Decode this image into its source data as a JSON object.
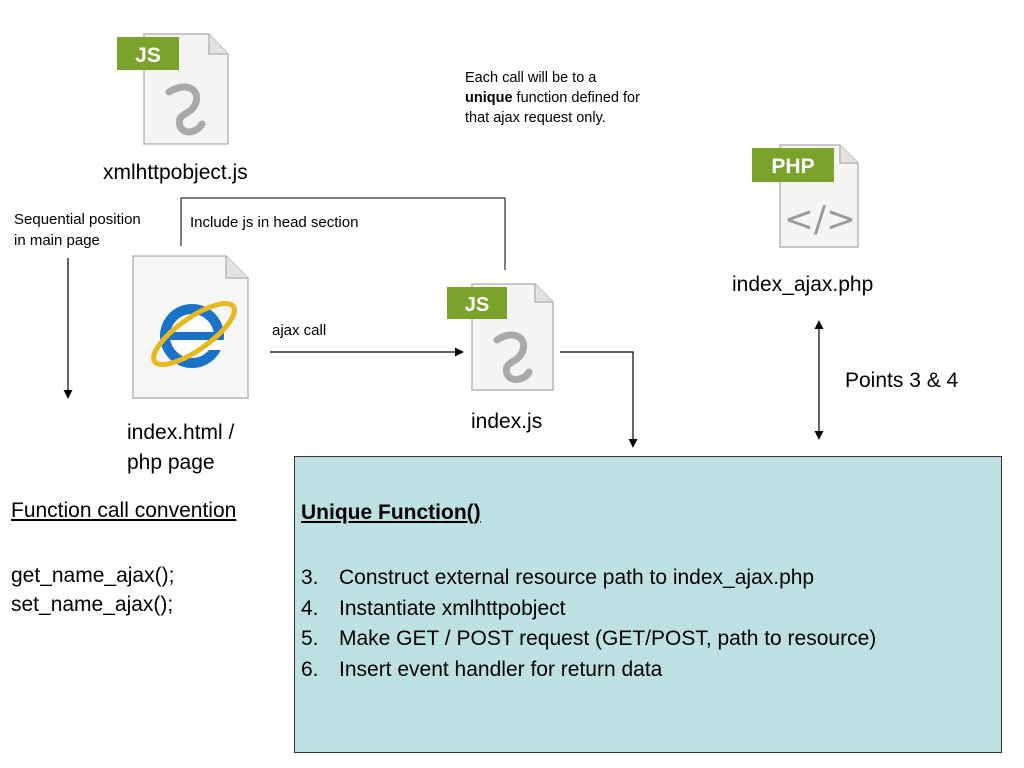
{
  "icons": {
    "xml_js_badge": "JS",
    "index_js_badge": "JS",
    "php_badge": "PHP",
    "php_code_glyph": "</>",
    "colors": {
      "badge_green": "#7ba22a",
      "page": "#f4f4f4",
      "outline": "#b7b7b7",
      "ie_blue": "#1a73c8",
      "ie_gold": "#e8b81c"
    }
  },
  "labels": {
    "xmlhttpobject_js": "xmlhttpobject.js",
    "index_js": "index.js",
    "index_ajax_php": "index_ajax.php",
    "index_html_line1": "index.html /",
    "index_html_line2": "php page"
  },
  "notes": {
    "sequential_line1": "Sequential position",
    "sequential_line2": "in main page",
    "include_js": "Include js in head section",
    "ajax_call": "ajax call",
    "points": "Points 3 & 4",
    "each_call_line1": "Each call will be to a",
    "each_call_bold": "unique",
    "each_call_line2_rest": " function defined for",
    "each_call_line3": "that ajax request only."
  },
  "convention": {
    "title": "Function call convention",
    "calls": [
      "get_name_ajax();",
      "set_name_ajax();"
    ]
  },
  "unique_function": {
    "title": "Unique Function()",
    "steps": [
      {
        "num": "3.",
        "text": "Construct external resource path to index_ajax.php"
      },
      {
        "num": "4.",
        "text": "Instantiate xmlhttpobject"
      },
      {
        "num": "5.",
        "text": "Make GET / POST request (GET/POST, path to resource)"
      },
      {
        "num": "6.",
        "text": "Insert event handler for return data"
      }
    ]
  }
}
